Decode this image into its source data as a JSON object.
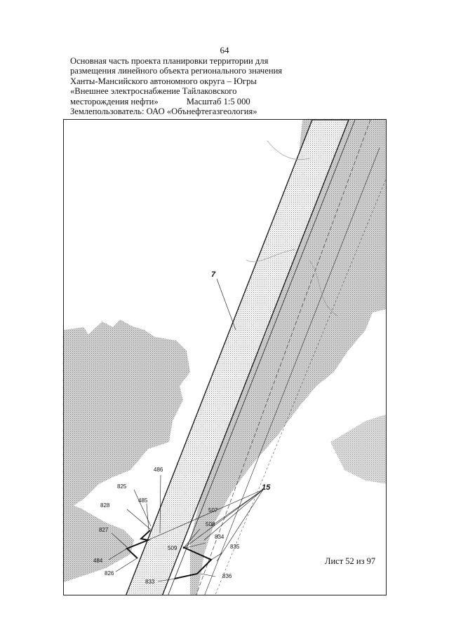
{
  "page_number": "64",
  "header": {
    "line1": "Основная часть проекта планировки территории для",
    "line2": "размещения линейного объекта регионального значения",
    "line3": "Ханты-Мансийского автономного округа – Югры",
    "line4": "«Внешнее электроснабжение Тайлаковского",
    "line5_name": "месторождения нефти»",
    "line5_scale": "Масштаб 1:5 000",
    "line6": "Землепользователь: ОАО «Обънефтегазгеология»"
  },
  "map": {
    "zone_labels": {
      "z7": "7",
      "z15": "15"
    },
    "point_labels": [
      "486",
      "825",
      "485",
      "828",
      "827",
      "484",
      "826",
      "509",
      "507",
      "508",
      "834",
      "835",
      "833",
      "836"
    ]
  },
  "sheet_label": "Лист 52 из 97",
  "colors": {
    "stipple": "#888888",
    "line": "#111111",
    "hatch": "#b8b8b8"
  }
}
